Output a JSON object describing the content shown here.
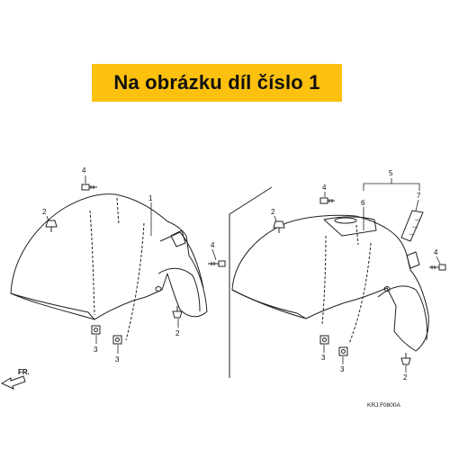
{
  "banner": {
    "text": "Na obrázku díl číslo 1",
    "bg_color": "#fcc00f"
  },
  "diagram": {
    "callouts": {
      "l1": "1",
      "l2a": "2",
      "l2b": "2",
      "l3a": "3",
      "l3b": "3",
      "l4a": "4",
      "l4b": "4",
      "r2a": "2",
      "r2b": "2",
      "r3a": "3",
      "r3b": "3",
      "r4a": "4",
      "r4b": "4",
      "r5": "5",
      "r6": "6",
      "r7": "7"
    },
    "direction_label": "FR.",
    "drawing_code": "KRJ.F0800A"
  }
}
